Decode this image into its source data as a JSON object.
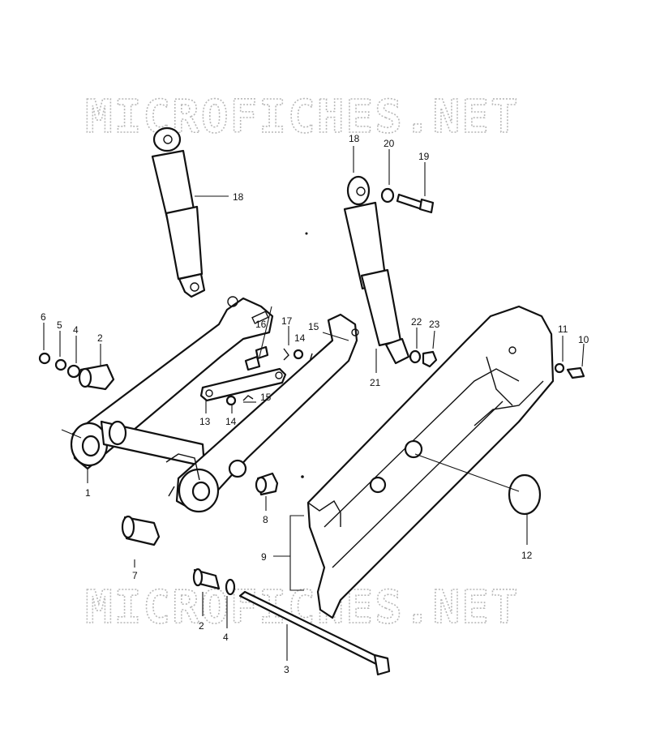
{
  "watermark": {
    "top": "MICROFICHES.NET",
    "bottom": "MICROFICHES.NET"
  },
  "labels": {
    "l1": "1",
    "l2a": "2",
    "l2b": "2",
    "l3": "3",
    "l4a": "4",
    "l4b": "4",
    "l5": "5",
    "l6": "6",
    "l7": "7",
    "l8": "8",
    "l9": "9",
    "l10": "10",
    "l11": "11",
    "l12": "12",
    "l13": "13",
    "l14a": "14",
    "l14b": "14",
    "l15a": "15",
    "l15b": "15",
    "l16": "16",
    "l17": "17",
    "l18a": "18",
    "l18b": "18",
    "l19": "19",
    "l20": "20",
    "l21": "21",
    "l22": "22",
    "l23": "23"
  },
  "colors": {
    "line": "#111111",
    "watermark": "#b8b8b8",
    "background": "#ffffff"
  }
}
